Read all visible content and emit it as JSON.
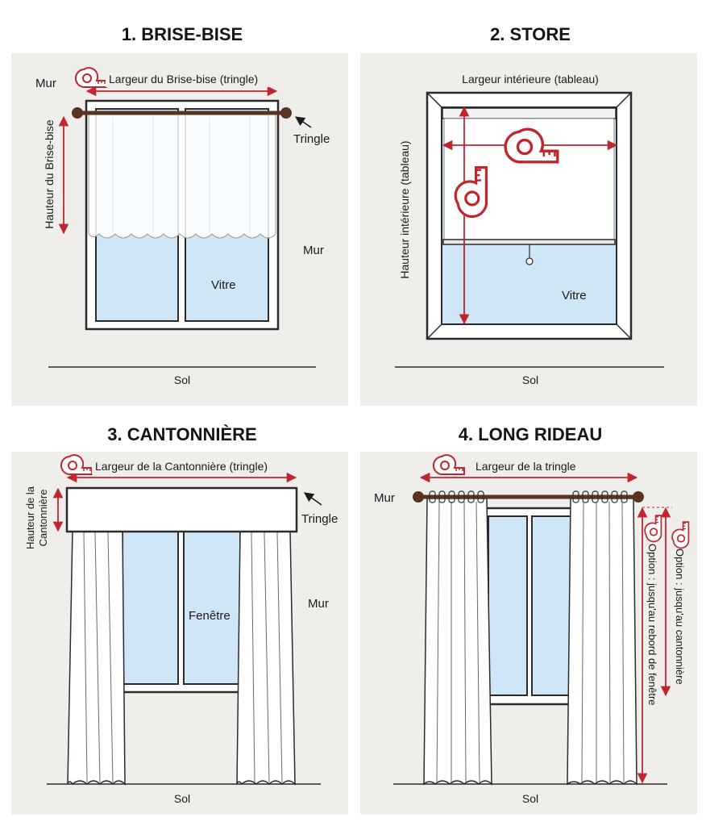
{
  "colors": {
    "panel_bg": "#f0eeeb",
    "glass": "#cfe6f6",
    "frame": "#2b2b2b",
    "rod": "#5a3422",
    "measure_red": "#c0262d",
    "fabric": "#ffffff"
  },
  "icons": [
    "tape-measure-icon",
    "arrow-pointer-icon"
  ],
  "panels": [
    {
      "title": "1. BRISE-BISE",
      "width_label": "Largeur du Brise-bise (tringle)",
      "height_label": "Hauteur du Brise-bise",
      "rod_label": "Tringle",
      "wall_label_top": "Mur",
      "wall_label_side": "Mur",
      "glass_label": "Vitre",
      "floor_label": "Sol"
    },
    {
      "title": "2. STORE",
      "width_label": "Largeur intérieure (tableau)",
      "height_label": "Hauteur intérieure (tableau)",
      "glass_label": "Vitre",
      "floor_label": "Sol"
    },
    {
      "title": "3. CANTONNIÈRE",
      "width_label": "Largeur de la Cantonnière (tringle)",
      "height_label_line1": "Hauteur de la",
      "height_label_line2": "Cantonnière",
      "rod_label": "Tringle",
      "wall_label": "Mur",
      "window_label": "Fenêtre",
      "floor_label": "Sol"
    },
    {
      "title": "4. LONG RIDEAU",
      "width_label": "Largeur de la tringle",
      "wall_label": "Mur",
      "option_sill": "Option : jusqu'au rebord de fenêtre",
      "option_valance": "Option : jusqu'au cantonnière",
      "floor_label": "Sol"
    }
  ]
}
